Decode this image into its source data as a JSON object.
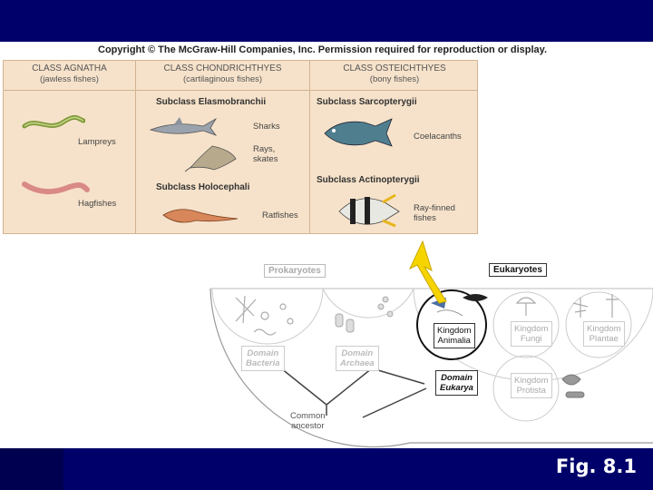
{
  "header": {
    "copyright": "Copyright © The McGraw-Hill Companies, Inc. Permission required for reproduction or display."
  },
  "footer": {
    "figure_label": "Fig. 8.1"
  },
  "table": {
    "columns": [
      {
        "title": "CLASS AGNATHA",
        "subtitle": "(jawless fishes)"
      },
      {
        "title": "CLASS CHONDRICHTHYES",
        "subtitle": "(cartilaginous fishes)"
      },
      {
        "title": "CLASS OSTEICHTHYES",
        "subtitle": "(bony fishes)"
      }
    ],
    "subclasses": {
      "elasmobranchii": "Subclass Elasmobranchii",
      "holocephali": "Subclass Holocephali",
      "sarcopterygii": "Subclass Sarcopterygii",
      "actinopterygii": "Subclass Actinopterygii"
    },
    "animals": {
      "lampreys": "Lampreys",
      "hagfishes": "Hagfishes",
      "sharks": "Sharks",
      "rays_line1": "Rays,",
      "rays_line2": "skates",
      "ratfishes": "Ratfishes",
      "coelacanths": "Coelacanths",
      "rayfinned_line1": "Ray-finned",
      "rayfinned_line2": "fishes"
    }
  },
  "tree": {
    "prokaryotes": "Prokaryotes",
    "eukaryotes": "Eukaryotes",
    "domain_bacteria": [
      "Domain",
      "Bacteria"
    ],
    "domain_archaea": [
      "Domain",
      "Archaea"
    ],
    "domain_eukarya": [
      "Domain",
      "Eukarya"
    ],
    "kingdom_animalia": [
      "Kingdom",
      "Animalia"
    ],
    "kingdom_fungi": [
      "Kingdom",
      "Fungi"
    ],
    "kingdom_plantae": [
      "Kingdom",
      "Plantae"
    ],
    "kingdom_protista": [
      "Kingdom",
      "Protista"
    ],
    "common_ancestor": [
      "Common",
      "ancestor"
    ]
  },
  "colors": {
    "banner": "#00006a",
    "table_bg": "#f6e2ca",
    "arrow": "#f5d400",
    "kingdom_highlight": "#000000"
  }
}
